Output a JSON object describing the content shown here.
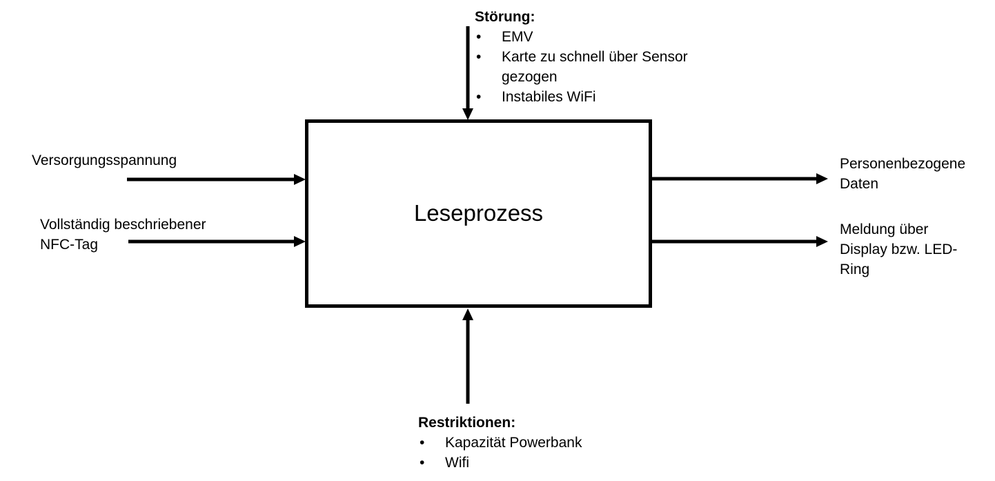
{
  "diagram": {
    "colors": {
      "line": "#000000",
      "background": "#ffffff",
      "text": "#000000"
    },
    "bullet_glyph": "•",
    "process": {
      "label": "Leseprozess"
    },
    "inputs": [
      {
        "label": "Versorgungsspannung"
      },
      {
        "label": "Vollständig beschriebener NFC-Tag"
      }
    ],
    "outputs": [
      {
        "label": "Personenbezogene Daten"
      },
      {
        "label": "Meldung über Display bzw. LED-Ring"
      }
    ],
    "disturbances": {
      "title": "Störung:",
      "items": [
        "EMV",
        "Karte zu schnell über Sensor gezogen",
        "Instabiles WiFi"
      ]
    },
    "restrictions": {
      "title": "Restriktionen:",
      "items": [
        "Kapazität Powerbank",
        "Wifi"
      ]
    }
  }
}
